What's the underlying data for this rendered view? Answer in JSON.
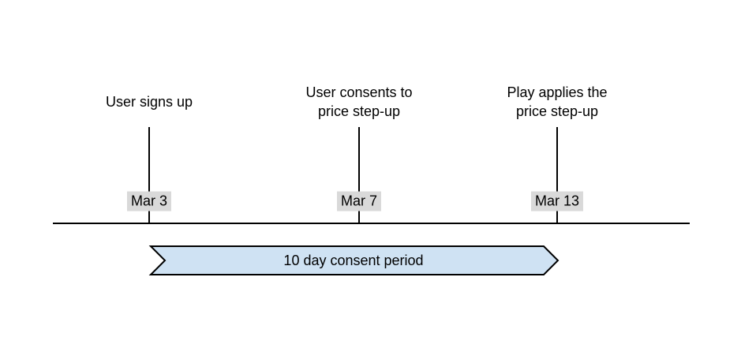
{
  "diagram": {
    "type": "timeline",
    "events": [
      {
        "label_lines": [
          "User signs up"
        ],
        "date": "Mar 3"
      },
      {
        "label_lines": [
          "User consents to",
          "price step-up"
        ],
        "date": "Mar 7"
      },
      {
        "label_lines": [
          "Play applies the",
          "price step-up"
        ],
        "date": "Mar 13"
      }
    ],
    "period": {
      "label": "10 day consent period"
    },
    "colors": {
      "background": "#ffffff",
      "timeline_line": "#000000",
      "date_label_bg": "#d9d9d9",
      "period_arrow_fill": "#cfe2f3",
      "period_arrow_stroke": "#000000"
    }
  }
}
